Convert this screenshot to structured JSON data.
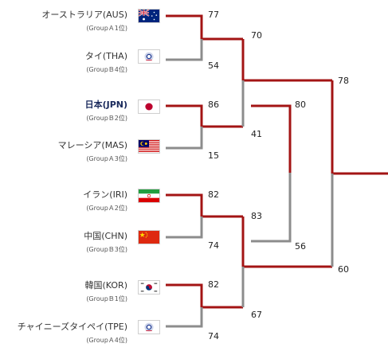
{
  "teams": [
    {
      "name": "オーストラリア(AUS)",
      "group": "(GroupＡ1位)",
      "flag": "australia-flag"
    },
    {
      "name": "タイ(THA)",
      "group": "(GroupＢ4位)",
      "flag": "chinese-taipei-olympic-flag"
    },
    {
      "name": "日本(JPN)",
      "group": "(GroupＢ2位)",
      "flag": "japan-flag"
    },
    {
      "name": "マレーシア(MAS)",
      "group": "(GroupＡ3位)",
      "flag": "malaysia-flag"
    },
    {
      "name": "イラン(IRI)",
      "group": "(GroupＡ2位)",
      "flag": "iran-flag"
    },
    {
      "name": "中国(CHN)",
      "group": "(GroupＢ3位)",
      "flag": "china-flag"
    },
    {
      "name": "韓国(KOR)",
      "group": "(GroupＢ1位)",
      "flag": "korea-flag"
    },
    {
      "name": "チャイニーズタイペイ(TPE)",
      "group": "(GroupＡ4位)",
      "flag": "chinese-taipei-olympic-flag"
    }
  ],
  "scores": {
    "r1": [
      "77",
      "54",
      "86",
      "15",
      "82",
      "74",
      "82",
      "74"
    ],
    "r2": [
      "70",
      "41",
      "83",
      "67"
    ],
    "r3": [
      "80",
      "56"
    ],
    "r4": [
      "78",
      "60"
    ]
  },
  "colors": {
    "winner_line": "#a31414",
    "loser_line": "#8c8c8c",
    "highlight_text": "#1a2a5c"
  }
}
